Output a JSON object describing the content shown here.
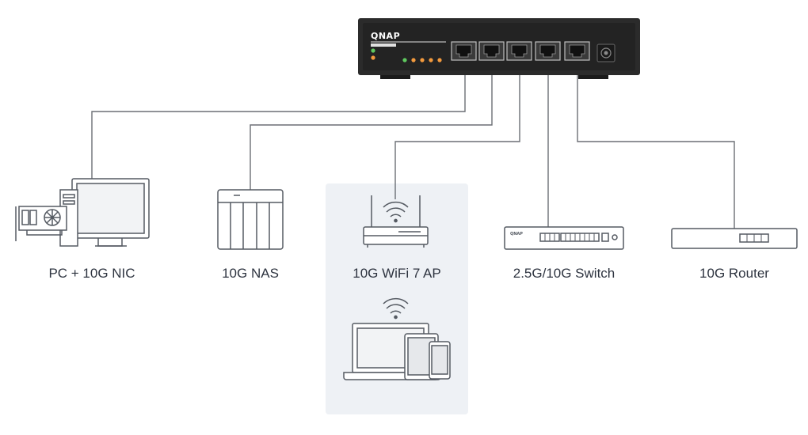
{
  "switch": {
    "brand": "QNAP",
    "ports": [
      "port-1",
      "port-2",
      "port-3",
      "port-4",
      "port-5"
    ],
    "colors": {
      "body": "#2b2b2b",
      "bezel": "#1e1e1e",
      "led_green": "#5fc95f",
      "led_orange": "#f39a3d",
      "cable": "#6b6f75"
    }
  },
  "devices": [
    {
      "id": "pc",
      "label": "PC + 10G NIC"
    },
    {
      "id": "nas",
      "label": "10G NAS"
    },
    {
      "id": "ap",
      "label": "10G WiFi 7 AP"
    },
    {
      "id": "switch25",
      "label": "2.5G/10G Switch",
      "brand": "QNAP"
    },
    {
      "id": "router",
      "label": "10G Router"
    }
  ],
  "highlight_color": "#eef1f5",
  "icon_stroke": "#555a62"
}
